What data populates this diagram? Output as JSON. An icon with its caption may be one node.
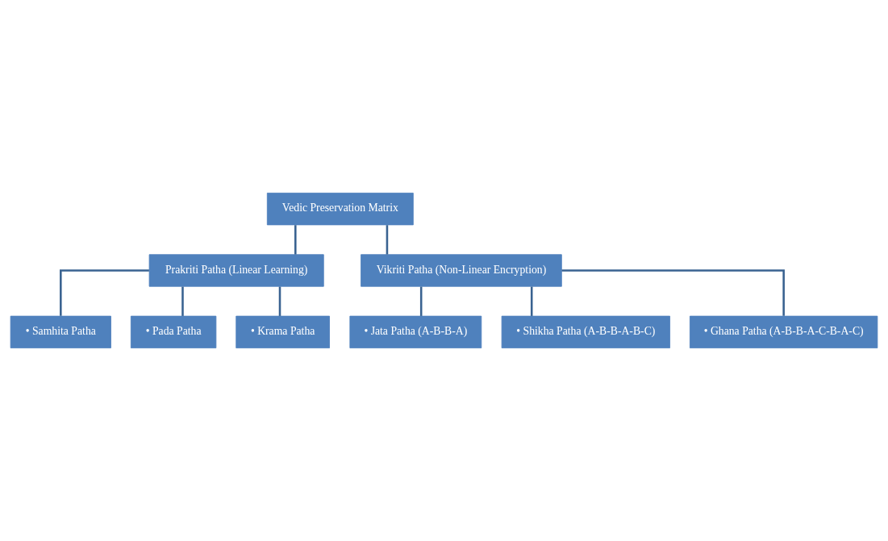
{
  "diagram": {
    "nodes": [
      {
        "text": [
          "Vedic Preservation Matrix"
        ]
      },
      {
        "text": [
          "Prakriti Patha (Linear Learning)"
        ]
      },
      {
        "text": [
          "Vikriti Patha (Non-Linear Encryption)"
        ]
      },
      {
        "text": [
          "• Samhita Patha"
        ]
      },
      {
        "text": [
          "• Pada Patha"
        ]
      },
      {
        "text": [
          "• Krama Patha"
        ]
      },
      {
        "text": [
          "• Jata Patha (A-B-B-A)"
        ]
      },
      {
        "text": [
          "• Shikha Patha (A-B-B-A-B-C)"
        ]
      },
      {
        "text": [
          "• Ghana Patha (A-B-B-A-C-B-A-C)"
        ]
      }
    ],
    "edges": [
      {
        "from": 0,
        "to": 1,
        "arrow": "none"
      },
      {
        "from": 0,
        "to": 2,
        "arrow": "none"
      },
      {
        "from": 1,
        "to": 3,
        "arrow": "none"
      },
      {
        "from": 1,
        "to": 4,
        "arrow": "none"
      },
      {
        "from": 1,
        "to": 5,
        "arrow": "none"
      },
      {
        "from": 2,
        "to": 6,
        "arrow": "none"
      },
      {
        "from": 2,
        "to": 7,
        "arrow": "none"
      },
      {
        "from": 2,
        "to": 8,
        "arrow": "none"
      }
    ]
  }
}
